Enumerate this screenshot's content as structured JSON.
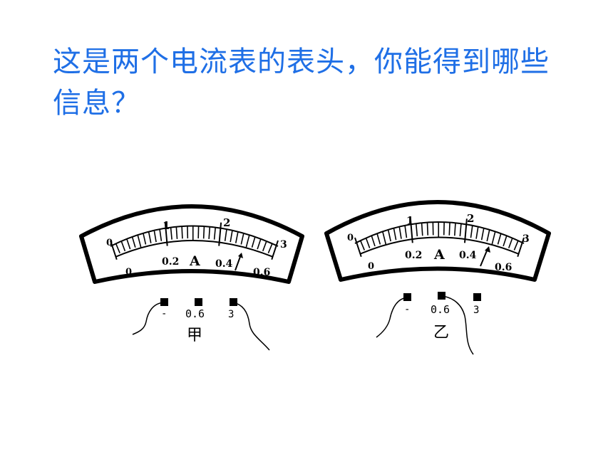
{
  "question": "这是两个电流表的表头，你能得到哪些信息？",
  "meters": [
    {
      "name": "甲",
      "upper_scale": [
        "0",
        "1",
        "2",
        "3"
      ],
      "lower_scale": [
        "0",
        "0.2",
        "0.4",
        "0.6"
      ],
      "unit": "A",
      "terminals": [
        "-",
        "0.6",
        "3"
      ],
      "connected_terminals": [
        "-",
        "3"
      ]
    },
    {
      "name": "乙",
      "upper_scale": [
        "0",
        "1",
        "2",
        "3"
      ],
      "lower_scale": [
        "0",
        "0.2",
        "0.4",
        "0.6"
      ],
      "unit": "A",
      "terminals": [
        "-",
        "0.6",
        "3"
      ],
      "connected_terminals": [
        "-",
        "0.6"
      ]
    }
  ]
}
